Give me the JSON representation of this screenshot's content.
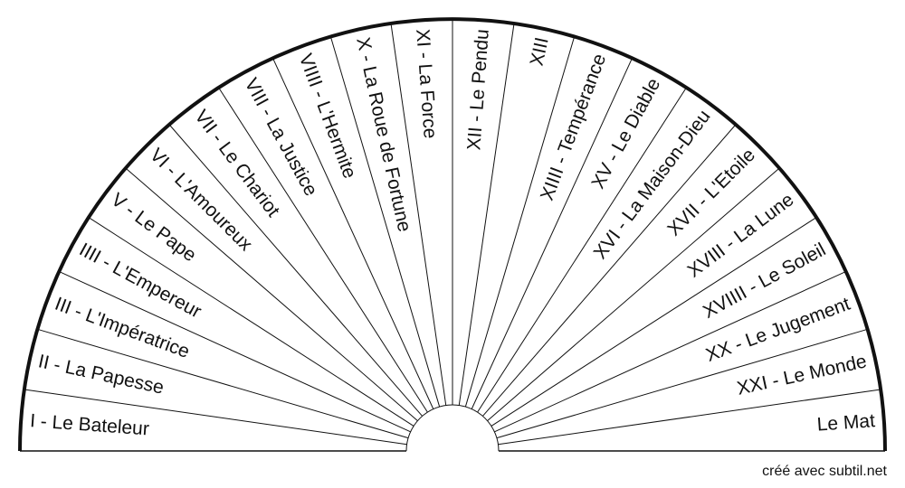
{
  "sectors": [
    {
      "label": "I - Le Bateleur"
    },
    {
      "label": "II - La Papesse"
    },
    {
      "label": "III - L'Impératrice"
    },
    {
      "label": "IIII - L'Empereur"
    },
    {
      "label": "V - Le Pape"
    },
    {
      "label": "VI - L'Amoureux"
    },
    {
      "label": "VII - Le Chariot"
    },
    {
      "label": "VIII - La Justice"
    },
    {
      "label": "VIIII - L'Hermite"
    },
    {
      "label": "X - La Roue de Fortune"
    },
    {
      "label": "XI - La Force"
    },
    {
      "label": "XII - Le Pendu"
    },
    {
      "label": "XIII"
    },
    {
      "label": "XIIII - Tempérance"
    },
    {
      "label": "XV - Le Diable"
    },
    {
      "label": "XVI - La Maison-Dieu"
    },
    {
      "label": "XVII - L'Etoile"
    },
    {
      "label": "XVIII - La Lune"
    },
    {
      "label": "XVIIII - Le Soleil"
    },
    {
      "label": "XX - Le Jugement"
    },
    {
      "label": "XXI - Le Monde"
    },
    {
      "label": "Le Mat"
    }
  ],
  "credit": "créé avec subtil.net",
  "colors": {
    "line": "#111111",
    "background": "#ffffff",
    "credit": "#c4c4c4"
  }
}
